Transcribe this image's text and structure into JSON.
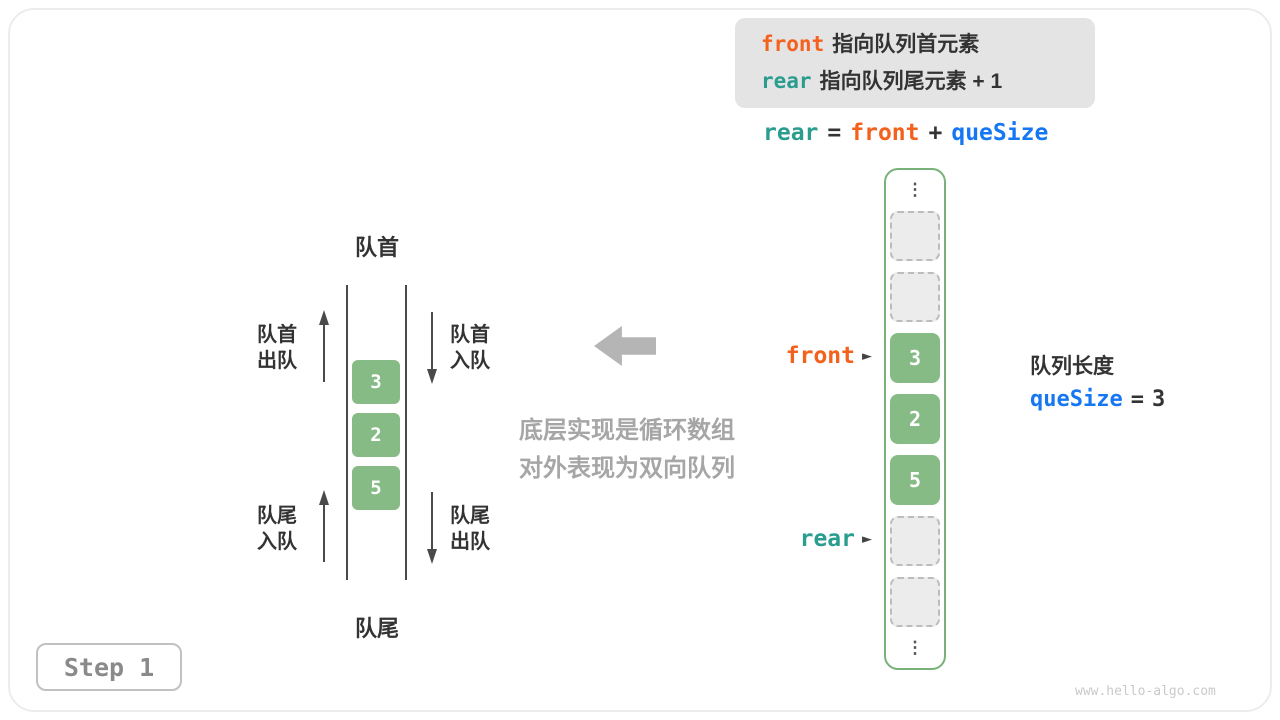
{
  "colors": {
    "front": "#f4611d",
    "rear": "#2a9d8f",
    "quesize": "#1677f2",
    "green": "#86bb86"
  },
  "legend": {
    "lines": [
      {
        "term": "front",
        "desc": "指向队列首元素"
      },
      {
        "term": "rear",
        "desc": "指向队列尾元素 + 1"
      }
    ]
  },
  "formula": {
    "lhs": "rear",
    "eq": "=",
    "a": "front",
    "op": "+",
    "b": "queSize"
  },
  "queue_view": {
    "head_label": "队首",
    "tail_label": "队尾",
    "values": [
      "3",
      "2",
      "5"
    ],
    "ops": {
      "head_out": {
        "l1": "队首",
        "l2": "出队"
      },
      "head_in": {
        "l1": "队首",
        "l2": "入队"
      },
      "tail_in": {
        "l1": "队尾",
        "l2": "入队"
      },
      "tail_out": {
        "l1": "队尾",
        "l2": "出队"
      }
    }
  },
  "note": {
    "line1": "底层实现是循环数组",
    "line2": "对外表现为双向队列"
  },
  "array_view": {
    "ellipsis": "⋮",
    "values": [
      "3",
      "2",
      "5"
    ],
    "front_label": "front",
    "rear_label": "rear",
    "pointer_arrow": "►"
  },
  "info": {
    "length_label": "队列长度",
    "quesize_label": "queSize",
    "eq": "=",
    "value": "3"
  },
  "step": {
    "label": "Step 1"
  },
  "watermark": "www.hello-algo.com"
}
